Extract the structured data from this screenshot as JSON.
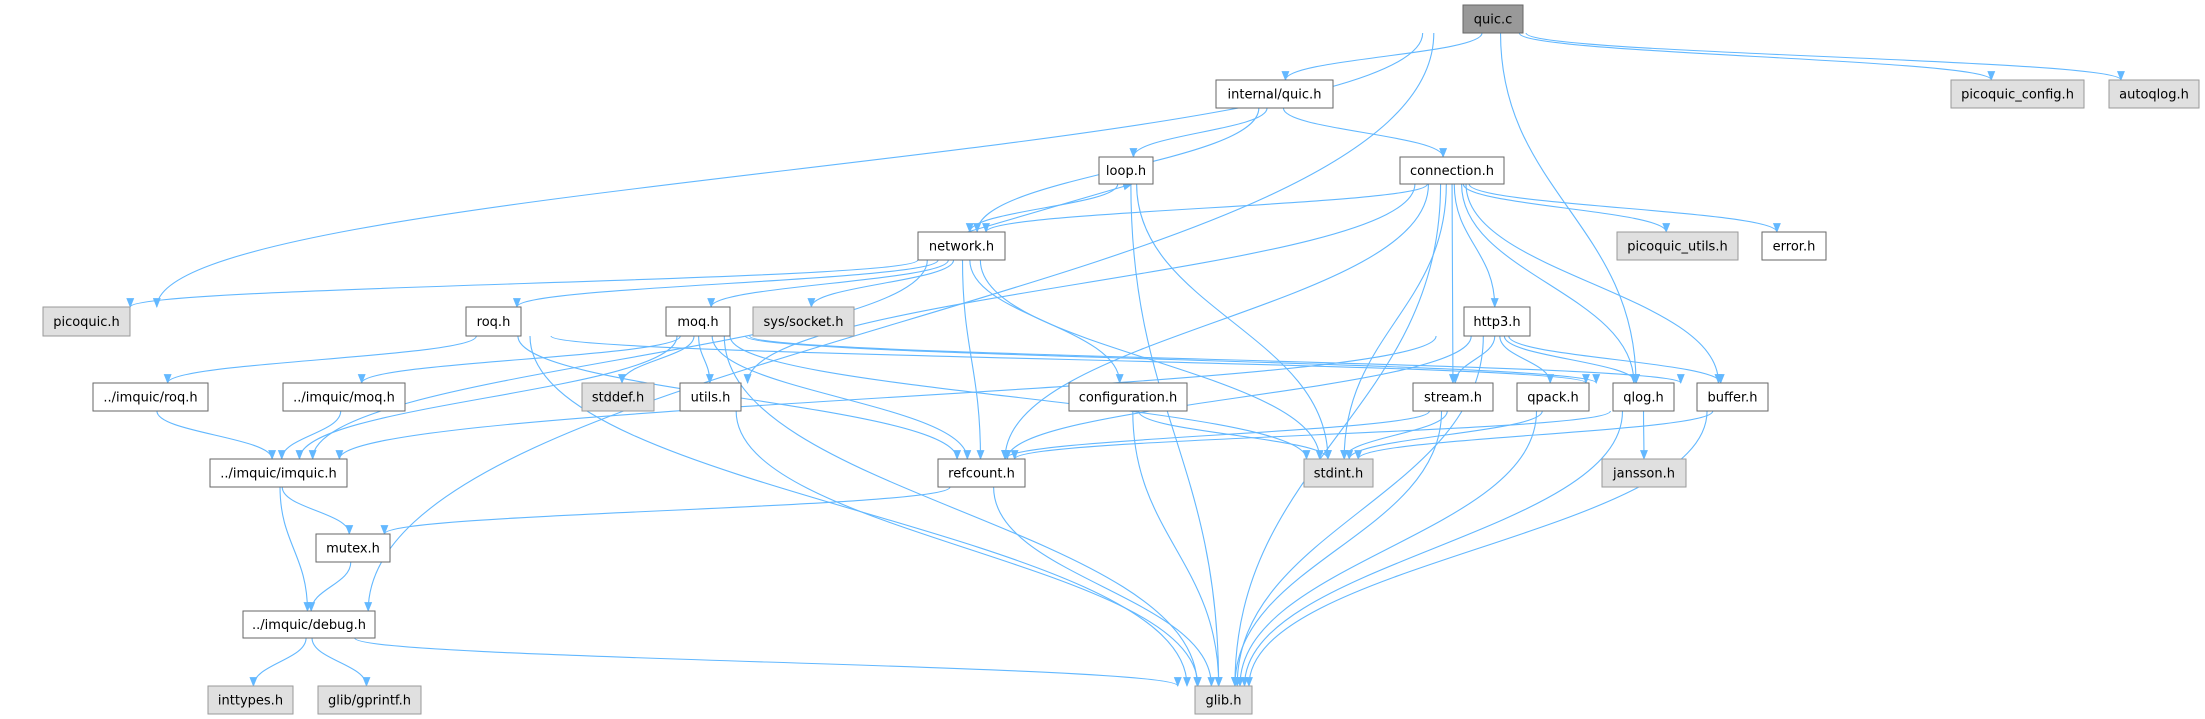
{
  "graph": {
    "title": "quic.c include dependency graph",
    "edge_color": "#63b8ff",
    "nodes": [
      {
        "id": "quic_c",
        "label": "quic.c",
        "kind": "root"
      },
      {
        "id": "internal_quic_h",
        "label": "internal/quic.h",
        "kind": "local"
      },
      {
        "id": "picoquic_config_h",
        "label": "picoquic_config.h",
        "kind": "external"
      },
      {
        "id": "autoqlog_h",
        "label": "autoqlog.h",
        "kind": "external"
      },
      {
        "id": "loop_h",
        "label": "loop.h",
        "kind": "local"
      },
      {
        "id": "connection_h",
        "label": "connection.h",
        "kind": "local"
      },
      {
        "id": "network_h",
        "label": "network.h",
        "kind": "local"
      },
      {
        "id": "picoquic_utils_h",
        "label": "picoquic_utils.h",
        "kind": "external"
      },
      {
        "id": "error_h",
        "label": "error.h",
        "kind": "local"
      },
      {
        "id": "picoquic_h",
        "label": "picoquic.h",
        "kind": "external"
      },
      {
        "id": "roq_h",
        "label": "roq.h",
        "kind": "local"
      },
      {
        "id": "moq_h",
        "label": "moq.h",
        "kind": "local"
      },
      {
        "id": "sys_socket_h",
        "label": "sys/socket.h",
        "kind": "external"
      },
      {
        "id": "http3_h",
        "label": "http3.h",
        "kind": "local"
      },
      {
        "id": "imquic_roq_h",
        "label": "../imquic/roq.h",
        "kind": "local"
      },
      {
        "id": "imquic_moq_h",
        "label": "../imquic/moq.h",
        "kind": "local"
      },
      {
        "id": "stddef_h",
        "label": "stddef.h",
        "kind": "external"
      },
      {
        "id": "utils_h",
        "label": "utils.h",
        "kind": "local"
      },
      {
        "id": "configuration_h",
        "label": "configuration.h",
        "kind": "local"
      },
      {
        "id": "stream_h",
        "label": "stream.h",
        "kind": "local"
      },
      {
        "id": "qpack_h",
        "label": "qpack.h",
        "kind": "local"
      },
      {
        "id": "qlog_h",
        "label": "qlog.h",
        "kind": "local"
      },
      {
        "id": "buffer_h",
        "label": "buffer.h",
        "kind": "local"
      },
      {
        "id": "imquic_h",
        "label": "../imquic/imquic.h",
        "kind": "local"
      },
      {
        "id": "refcount_h",
        "label": "refcount.h",
        "kind": "local"
      },
      {
        "id": "stdint_h",
        "label": "stdint.h",
        "kind": "external"
      },
      {
        "id": "jansson_h",
        "label": "jansson.h",
        "kind": "external"
      },
      {
        "id": "mutex_h",
        "label": "mutex.h",
        "kind": "local"
      },
      {
        "id": "debug_h",
        "label": "../imquic/debug.h",
        "kind": "local"
      },
      {
        "id": "inttypes_h",
        "label": "inttypes.h",
        "kind": "external"
      },
      {
        "id": "gprintf_h",
        "label": "glib/gprintf.h",
        "kind": "external"
      },
      {
        "id": "glib_h",
        "label": "glib.h",
        "kind": "external"
      }
    ],
    "edges": [
      [
        "quic_c",
        "internal_quic_h"
      ],
      [
        "quic_c",
        "picoquic_h"
      ],
      [
        "quic_c",
        "debug_h"
      ],
      [
        "quic_c",
        "qlog_h"
      ],
      [
        "quic_c",
        "picoquic_config_h"
      ],
      [
        "quic_c",
        "autoqlog_h"
      ],
      [
        "internal_quic_h",
        "loop_h"
      ],
      [
        "internal_quic_h",
        "network_h"
      ],
      [
        "internal_quic_h",
        "connection_h"
      ],
      [
        "loop_h",
        "network_h"
      ],
      [
        "loop_h",
        "glib_h"
      ],
      [
        "loop_h",
        "stdint_h"
      ],
      [
        "network_h",
        "loop_h"
      ],
      [
        "network_h",
        "picoquic_h"
      ],
      [
        "network_h",
        "roq_h"
      ],
      [
        "network_h",
        "moq_h"
      ],
      [
        "network_h",
        "sys_socket_h"
      ],
      [
        "network_h",
        "imquic_h"
      ],
      [
        "network_h",
        "refcount_h"
      ],
      [
        "network_h",
        "configuration_h"
      ],
      [
        "network_h",
        "stdint_h"
      ],
      [
        "connection_h",
        "network_h"
      ],
      [
        "connection_h",
        "picoquic_utils_h"
      ],
      [
        "connection_h",
        "error_h"
      ],
      [
        "connection_h",
        "http3_h"
      ],
      [
        "connection_h",
        "stream_h"
      ],
      [
        "connection_h",
        "qlog_h"
      ],
      [
        "connection_h",
        "buffer_h"
      ],
      [
        "connection_h",
        "refcount_h"
      ],
      [
        "connection_h",
        "stdint_h"
      ],
      [
        "connection_h",
        "utils_h"
      ],
      [
        "connection_h",
        "glib_h"
      ],
      [
        "roq_h",
        "imquic_roq_h"
      ],
      [
        "roq_h",
        "refcount_h"
      ],
      [
        "roq_h",
        "glib_h"
      ],
      [
        "roq_h",
        "qlog_h"
      ],
      [
        "moq_h",
        "imquic_moq_h"
      ],
      [
        "moq_h",
        "imquic_h"
      ],
      [
        "moq_h",
        "stddef_h"
      ],
      [
        "moq_h",
        "utils_h"
      ],
      [
        "moq_h",
        "refcount_h"
      ],
      [
        "moq_h",
        "glib_h"
      ],
      [
        "moq_h",
        "stdint_h"
      ],
      [
        "moq_h",
        "qlog_h"
      ],
      [
        "moq_h",
        "buffer_h"
      ],
      [
        "http3_h",
        "stream_h"
      ],
      [
        "http3_h",
        "qpack_h"
      ],
      [
        "http3_h",
        "qlog_h"
      ],
      [
        "http3_h",
        "buffer_h"
      ],
      [
        "http3_h",
        "refcount_h"
      ],
      [
        "http3_h",
        "imquic_h"
      ],
      [
        "http3_h",
        "glib_h"
      ],
      [
        "imquic_roq_h",
        "imquic_h"
      ],
      [
        "imquic_moq_h",
        "imquic_h"
      ],
      [
        "imquic_h",
        "mutex_h"
      ],
      [
        "imquic_h",
        "debug_h"
      ],
      [
        "mutex_h",
        "debug_h"
      ],
      [
        "debug_h",
        "inttypes_h"
      ],
      [
        "debug_h",
        "gprintf_h"
      ],
      [
        "debug_h",
        "glib_h"
      ],
      [
        "utils_h",
        "glib_h"
      ],
      [
        "refcount_h",
        "mutex_h"
      ],
      [
        "refcount_h",
        "glib_h"
      ],
      [
        "configuration_h",
        "stdint_h"
      ],
      [
        "configuration_h",
        "glib_h"
      ],
      [
        "stream_h",
        "refcount_h"
      ],
      [
        "stream_h",
        "stdint_h"
      ],
      [
        "stream_h",
        "glib_h"
      ],
      [
        "qpack_h",
        "stdint_h"
      ],
      [
        "qpack_h",
        "glib_h"
      ],
      [
        "qlog_h",
        "jansson_h"
      ],
      [
        "qlog_h",
        "glib_h"
      ],
      [
        "qlog_h",
        "refcount_h"
      ],
      [
        "buffer_h",
        "stdint_h"
      ],
      [
        "buffer_h",
        "glib_h"
      ]
    ]
  }
}
